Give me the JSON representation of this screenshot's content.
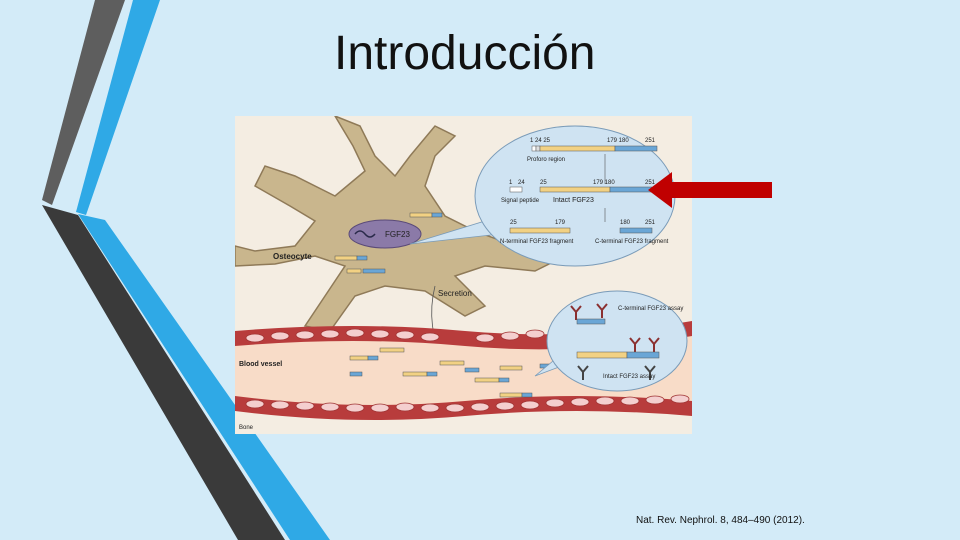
{
  "slide": {
    "title": "Introducción",
    "citation": "Nat. Rev. Nephrol. 8, 484–490 (2012)."
  },
  "figure": {
    "osteocyte_label": "Osteocyte",
    "gene_label": "FGF23",
    "secretion_label": "Secretion",
    "blood_vessel_label": "Blood vessel",
    "bone_label": "Bone",
    "bubble_top": {
      "row1_numbers": [
        "1 24 25",
        "179 180",
        "251"
      ],
      "proforo_region": "Proforo region",
      "row2_numbers": [
        "1",
        "24",
        "25",
        "179 180",
        "251"
      ],
      "signal_peptide": "Signal peptide",
      "intact_fgf23": "Intact FGF23",
      "row3_numbers": [
        "25",
        "179",
        "180",
        "251"
      ],
      "n_terminal": "N-terminal FGF23 fragment",
      "c_terminal": "C-terminal FGF23 fragment"
    },
    "bubble_bottom": {
      "c_terminal_assay": "C-terminal FGF23 assay",
      "intact_assay": "Intact FGF23 assay"
    }
  },
  "colors": {
    "background": "#d3ebf8",
    "accent_blue": "#2fa9e6",
    "dark_stripe": "#3a3a3a",
    "arrow_red": "#c00000",
    "tan_cell": "#c9b68d",
    "vessel_red": "#b83c3c",
    "fragment_yellow": "#f2d183",
    "fragment_blue": "#6aa6d6"
  },
  "icons": {
    "arrow": "left-arrow-icon",
    "antibody": "antibody-y-icon"
  }
}
